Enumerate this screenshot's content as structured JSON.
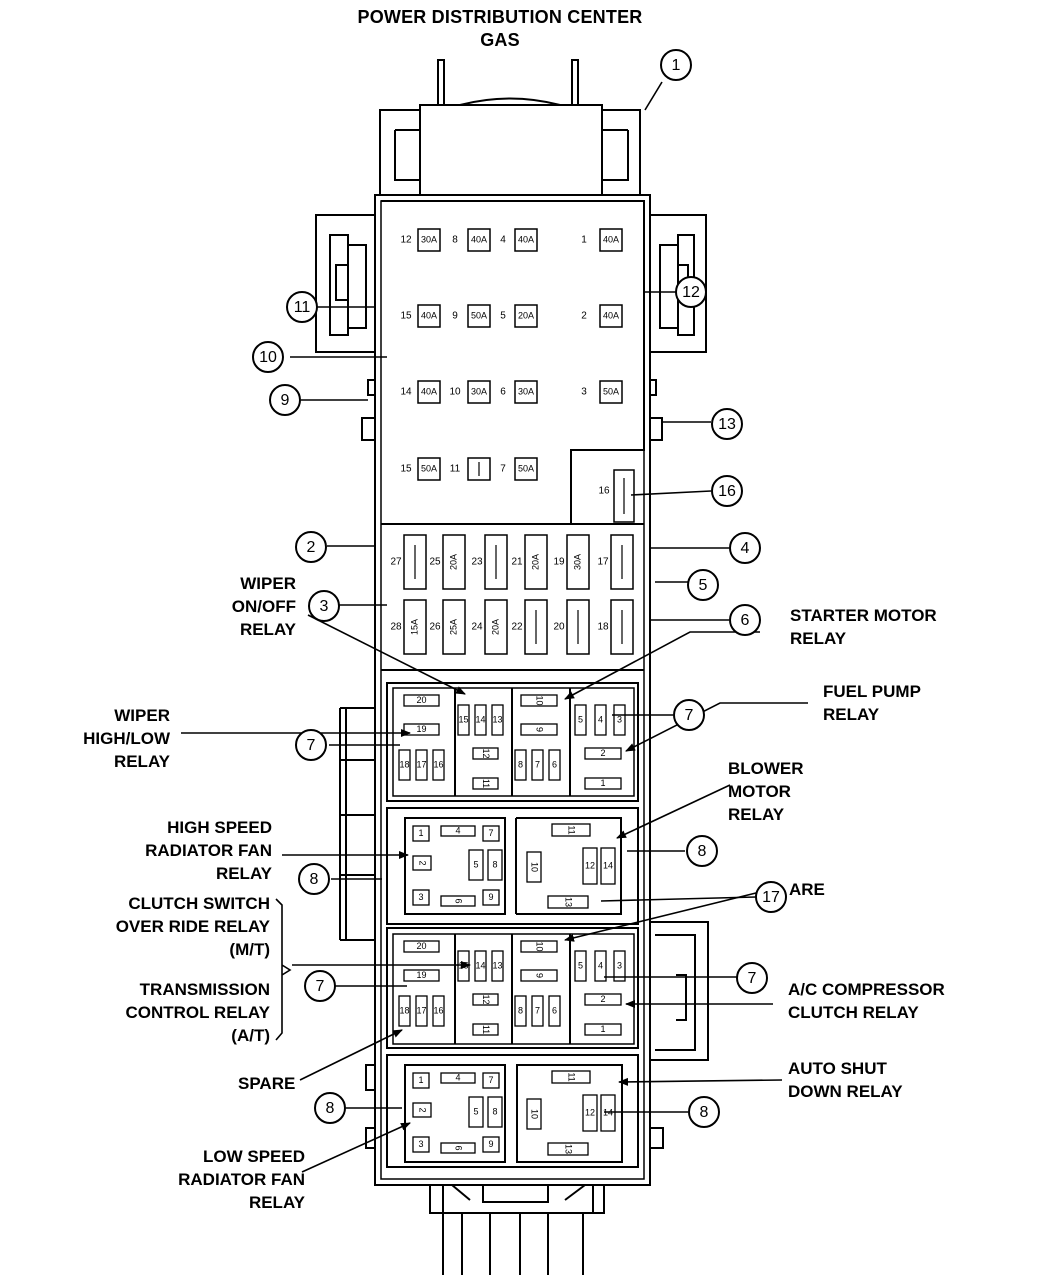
{
  "title_lines": [
    "POWER DISTRIBUTION CENTER",
    "GAS"
  ],
  "callouts": [
    "1",
    "2",
    "3",
    "4",
    "5",
    "6",
    "7",
    "8",
    "9",
    "10",
    "11",
    "12",
    "13",
    "16",
    "17"
  ],
  "labels": {
    "wiper_onoff": [
      "WIPER",
      "ON/OFF",
      "RELAY"
    ],
    "starter_motor": [
      "STARTER MOTOR",
      "RELAY"
    ],
    "fuel_pump": [
      "FUEL PUMP",
      "RELAY"
    ],
    "wiper_highlow": [
      "WIPER",
      "HIGH/LOW",
      "RELAY"
    ],
    "blower_motor": [
      "BLOWER",
      "MOTOR",
      "RELAY"
    ],
    "high_speed_fan": [
      "HIGH SPEED",
      "RADIATOR FAN",
      "RELAY"
    ],
    "clutch_switch": [
      "CLUTCH SWITCH",
      "OVER RIDE RELAY",
      "(M/T)"
    ],
    "transmission_control": [
      "TRANSMISSION",
      "CONTROL RELAY",
      "(A/T)"
    ],
    "spare_top": "ARE",
    "ac_compressor": [
      "A/C COMPRESSOR",
      "CLUTCH RELAY"
    ],
    "spare_left": "SPARE",
    "auto_shutdown": [
      "AUTO SHUT",
      "DOWN RELAY"
    ],
    "low_speed_fan": [
      "LOW SPEED",
      "RADIATOR FAN",
      "RELAY"
    ]
  },
  "maxi_fuses": [
    {
      "num": "12",
      "rating": "30A"
    },
    {
      "num": "8",
      "rating": "40A"
    },
    {
      "num": "4",
      "rating": "40A"
    },
    {
      "num": "1",
      "rating": "40A"
    },
    {
      "num": "15",
      "rating": "40A"
    },
    {
      "num": "9",
      "rating": "50A"
    },
    {
      "num": "5",
      "rating": "20A"
    },
    {
      "num": "2",
      "rating": "40A"
    },
    {
      "num": "14",
      "rating": "40A"
    },
    {
      "num": "10",
      "rating": "30A"
    },
    {
      "num": "6",
      "rating": "30A"
    },
    {
      "num": "3",
      "rating": "50A"
    },
    {
      "num": "15",
      "rating": "50A"
    },
    {
      "num": "11",
      "rating": ""
    },
    {
      "num": "7",
      "rating": "50A"
    },
    {
      "num": "16",
      "rating": ""
    }
  ],
  "mini_fuses": [
    {
      "num": "27",
      "rating": ""
    },
    {
      "num": "25",
      "rating": "20A"
    },
    {
      "num": "23",
      "rating": ""
    },
    {
      "num": "21",
      "rating": "20A"
    },
    {
      "num": "19",
      "rating": "30A"
    },
    {
      "num": "17",
      "rating": ""
    },
    {
      "num": "28",
      "rating": "15A"
    },
    {
      "num": "26",
      "rating": "25A"
    },
    {
      "num": "24",
      "rating": "20A"
    },
    {
      "num": "22",
      "rating": ""
    },
    {
      "num": "20",
      "rating": ""
    },
    {
      "num": "18",
      "rating": ""
    }
  ],
  "relay_pins_full": [
    "20",
    "19",
    "18",
    "17",
    "16",
    "15",
    "14",
    "13",
    "12",
    "11",
    "10",
    "9",
    "8",
    "7",
    "6",
    "5",
    "4",
    "3",
    "2",
    "1"
  ],
  "relay_pins_small": [
    "1",
    "4",
    "7",
    "2",
    "5",
    "8",
    "3",
    "6",
    "9",
    "11",
    "10",
    "12",
    "14",
    "13"
  ]
}
